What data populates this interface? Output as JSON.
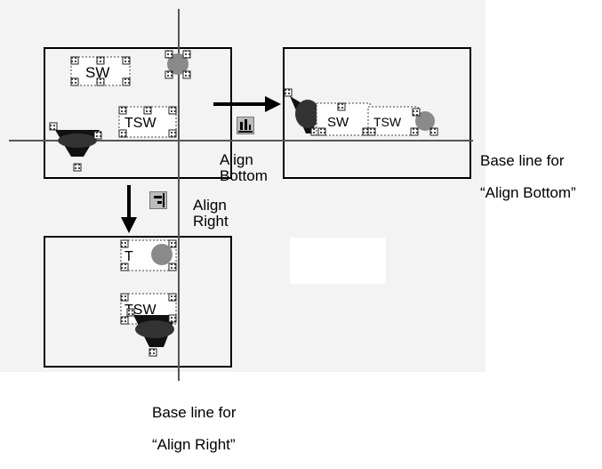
{
  "labels": {
    "align_bottom": "Align\nBottom",
    "align_right": "Align\nRight",
    "baseline_bottom_line1": "Base line for",
    "baseline_bottom_line2": "“Align Bottom”",
    "baseline_right_line1": "Base line for",
    "baseline_right_line2": "“Align Right”"
  },
  "widgets": {
    "sw_text": "SW",
    "tsw_text": "TSW",
    "t_text": "T"
  },
  "icons": {
    "align_bottom_icon": "align-bottom-icon",
    "align_right_icon": "align-right-icon",
    "arrow_right": "arrow-right-icon",
    "arrow_down": "arrow-down-icon"
  },
  "colors": {
    "background_panel": "#f3f3f3",
    "frame": "#000000",
    "guide": "#555555",
    "lamp": "#8a8a8a",
    "triangle": "#111111"
  }
}
